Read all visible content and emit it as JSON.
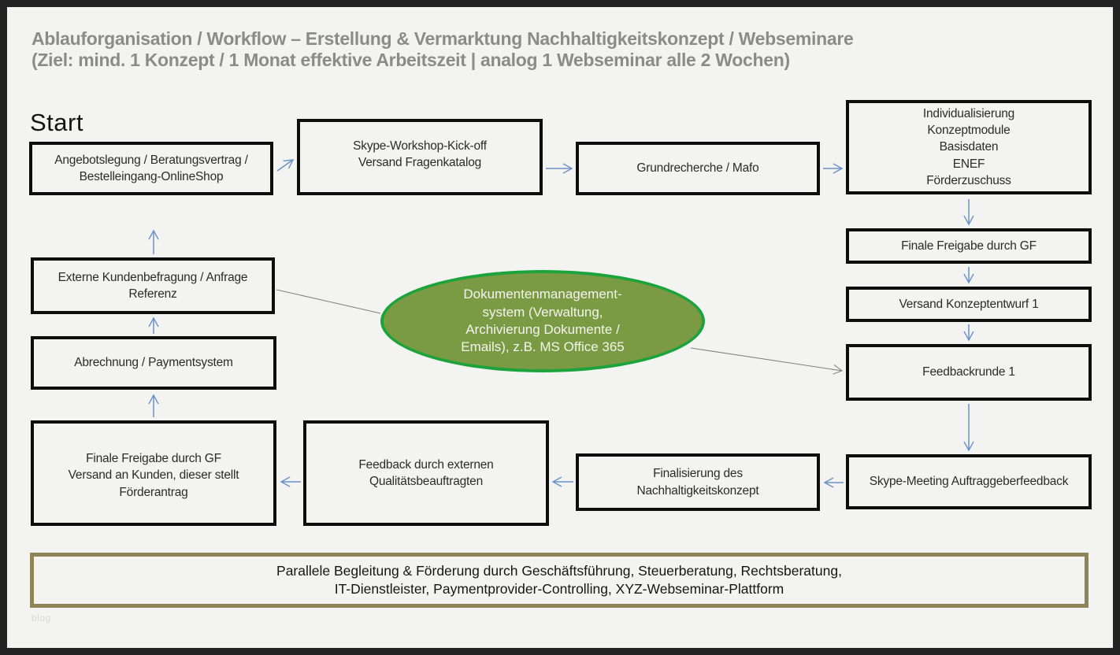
{
  "page": {
    "title_line1": "Ablauforganisation / Workflow – Erstellung & Vermarktung Nachhaltigkeitskonzept / Webseminare",
    "title_line2": "(Ziel: mind. 1 Konzept / 1 Monat effektive Arbeitszeit | analog 1 Webseminar alle 2 Wochen)",
    "start_label": "Start",
    "watermark": "blog"
  },
  "nodes": [
    {
      "id": "angebotslegung",
      "label": "Angebotslegung / Beratungsvertrag /\nBestelleingang-OnlineShop"
    },
    {
      "id": "skype-kickoff",
      "label": "Skype-Workshop-Kick-off\nVersand Fragenkatalog"
    },
    {
      "id": "grundrecherche",
      "label": "Grundrecherche / Mafo"
    },
    {
      "id": "individualisierung",
      "label": "Individualisierung\nKonzeptmodule\nBasisdaten\nENEF\nFörderzuschuss"
    },
    {
      "id": "finale-freigabe-gf",
      "label": "Finale Freigabe durch GF"
    },
    {
      "id": "versand-konzeptentwurf",
      "label": "Versand Konzeptentwurf 1"
    },
    {
      "id": "feedbackrunde-1",
      "label": "Feedbackrunde 1"
    },
    {
      "id": "skype-meeting-feedback",
      "label": "Skype-Meeting Auftraggeberfeedback"
    },
    {
      "id": "finalisierung",
      "label": "Finalisierung des\nNachhaltigkeitskonzept"
    },
    {
      "id": "feedback-extern",
      "label": "Feedback durch externen\nQualitätsbeauftragten"
    },
    {
      "id": "finale-freigabe-kunde",
      "label": "Finale Freigabe durch GF\nVersand an Kunden, dieser stellt\nFörderantrag"
    },
    {
      "id": "abrechnung",
      "label": "Abrechnung / Paymentsystem"
    },
    {
      "id": "externe-kundenbefragung",
      "label": "Externe Kundenbefragung / Anfrage\nReferenz"
    }
  ],
  "ellipse": {
    "label": "Dokumentenmanagement-\nsystem (Verwaltung,\nArchivierung Dokumente /\nEmails), z.B. MS Office 365"
  },
  "banner": {
    "label": "Parallele Begleitung & Förderung durch Geschäftsführung, Steuerberatung, Rechtsberatung,\nIT-Dienstleister, Paymentprovider-Controlling, XYZ-Webseminar-Plattform"
  },
  "colors": {
    "arrow_blue": "#6a92c9",
    "connector_gray": "#7f7f7f",
    "ellipse_fill": "#7a9a44",
    "ellipse_border": "#1ca33c",
    "banner_border": "#8e8455",
    "title_gray": "#8b8b8b",
    "box_border": "#0d0d0d",
    "frame_border": "#242424",
    "background": "#f3f3f1"
  }
}
